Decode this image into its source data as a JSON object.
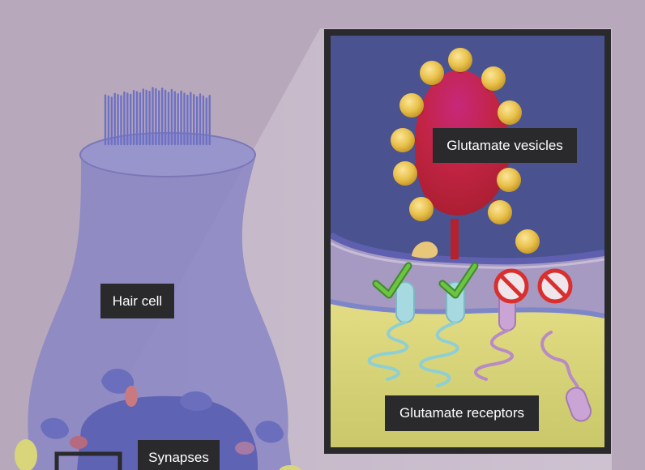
{
  "labels": {
    "hair_cell": "Hair cell",
    "synapses": "Synapses",
    "glutamate_vesicles": "Glutamate vesicles",
    "glutamate_receptors": "Glutamate receptors"
  },
  "colors": {
    "background": "#b7a9bb",
    "hair_cell_body": "#8a86c4",
    "inset_frame": "#2a2a2d",
    "inset_background": "#4a528f",
    "vesicle": "#c02a3c",
    "glutamate": "#e8c24a",
    "postsynaptic_cell": "#ddd87c",
    "receptor_active": "#a6d9e0",
    "receptor_blocked": "#c9a4d4",
    "check_mark": "#5cb83a",
    "no_sign": "#d9302f"
  },
  "receptors": [
    {
      "state": "active",
      "icon": "check-icon"
    },
    {
      "state": "active",
      "icon": "check-icon"
    },
    {
      "state": "blocked",
      "icon": "no-entry-icon"
    },
    {
      "state": "blocked",
      "icon": "no-entry-icon"
    }
  ]
}
